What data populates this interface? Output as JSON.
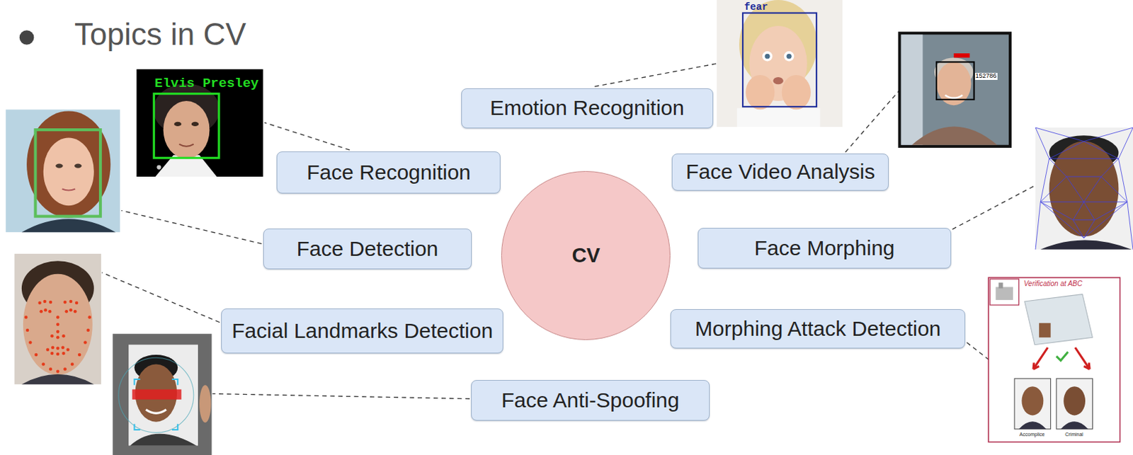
{
  "diagram": {
    "title": "Topics in CV",
    "nodes": [
      {
        "text": [
          "Emotion Recognition"
        ]
      },
      {
        "text": [
          "Face Recognition"
        ]
      },
      {
        "text": [
          "Face Video Analysis"
        ]
      },
      {
        "text": [
          "Face Detection"
        ]
      },
      {
        "text": [
          "CV"
        ]
      },
      {
        "text": [
          "Face Morphing"
        ]
      },
      {
        "text": [
          "Facial Landmarks Detection"
        ]
      },
      {
        "text": [
          "Morphing Attack Detection"
        ]
      },
      {
        "text": [
          "Face Anti-Spoofing"
        ]
      }
    ],
    "labels": [
      "fear",
      "Elvis Presley",
      "152786",
      "Verification at ABC",
      "Accomplice",
      "Criminal"
    ]
  }
}
